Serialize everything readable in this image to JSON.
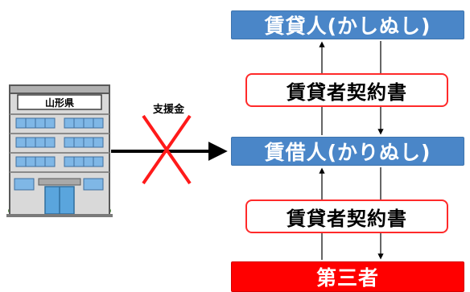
{
  "building": {
    "sign_label": "山形県"
  },
  "flow": {
    "subsidy_label": "支援金"
  },
  "lessor": {
    "label": "賃貸人(かしぬし)"
  },
  "contract_top": {
    "label": "賃貸者契約書"
  },
  "lessee": {
    "label": "賃借人(かりぬし)"
  },
  "contract_bottom": {
    "label": "賃貸者契約書"
  },
  "third_party": {
    "label": "第三者"
  },
  "colors": {
    "blue_box": "#4a86c8",
    "red_box": "#ff0000",
    "contract_border": "#ff2a2a",
    "cross": "#ff1a1a"
  }
}
